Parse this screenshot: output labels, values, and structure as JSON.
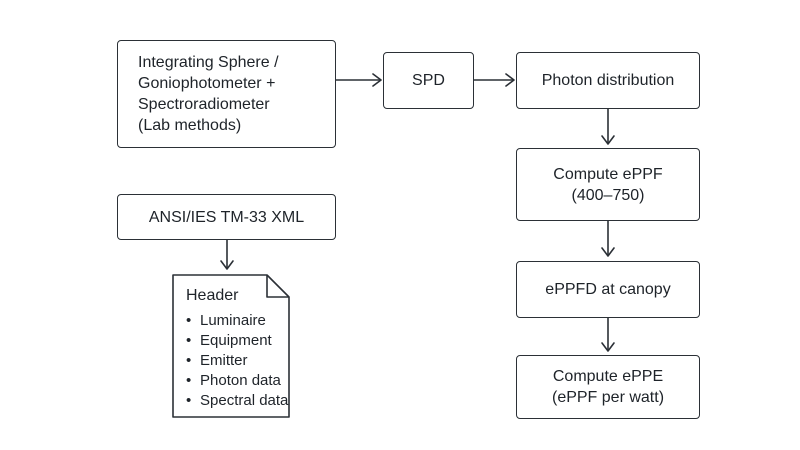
{
  "nodes": {
    "lab_methods": [
      "Integrating Sphere /",
      "Goniophotometer +",
      "Spectroradiometer",
      "(Lab methods)"
    ],
    "spd": [
      "SPD"
    ],
    "photon_distribution": [
      "Photon distribution"
    ],
    "compute_eppf": [
      "Compute ePPF",
      "(400–750)"
    ],
    "eppfd_canopy": [
      "ePPFD at canopy"
    ],
    "compute_eppe": [
      "Compute ePPE",
      "(ePPF per watt)"
    ],
    "tm33": [
      "ANSI/IES TM-33 XML"
    ]
  },
  "document": {
    "title": "Header",
    "items": [
      "Luminaire",
      "Equipment",
      "Emitter",
      "Photon data",
      "Spectral data"
    ]
  }
}
